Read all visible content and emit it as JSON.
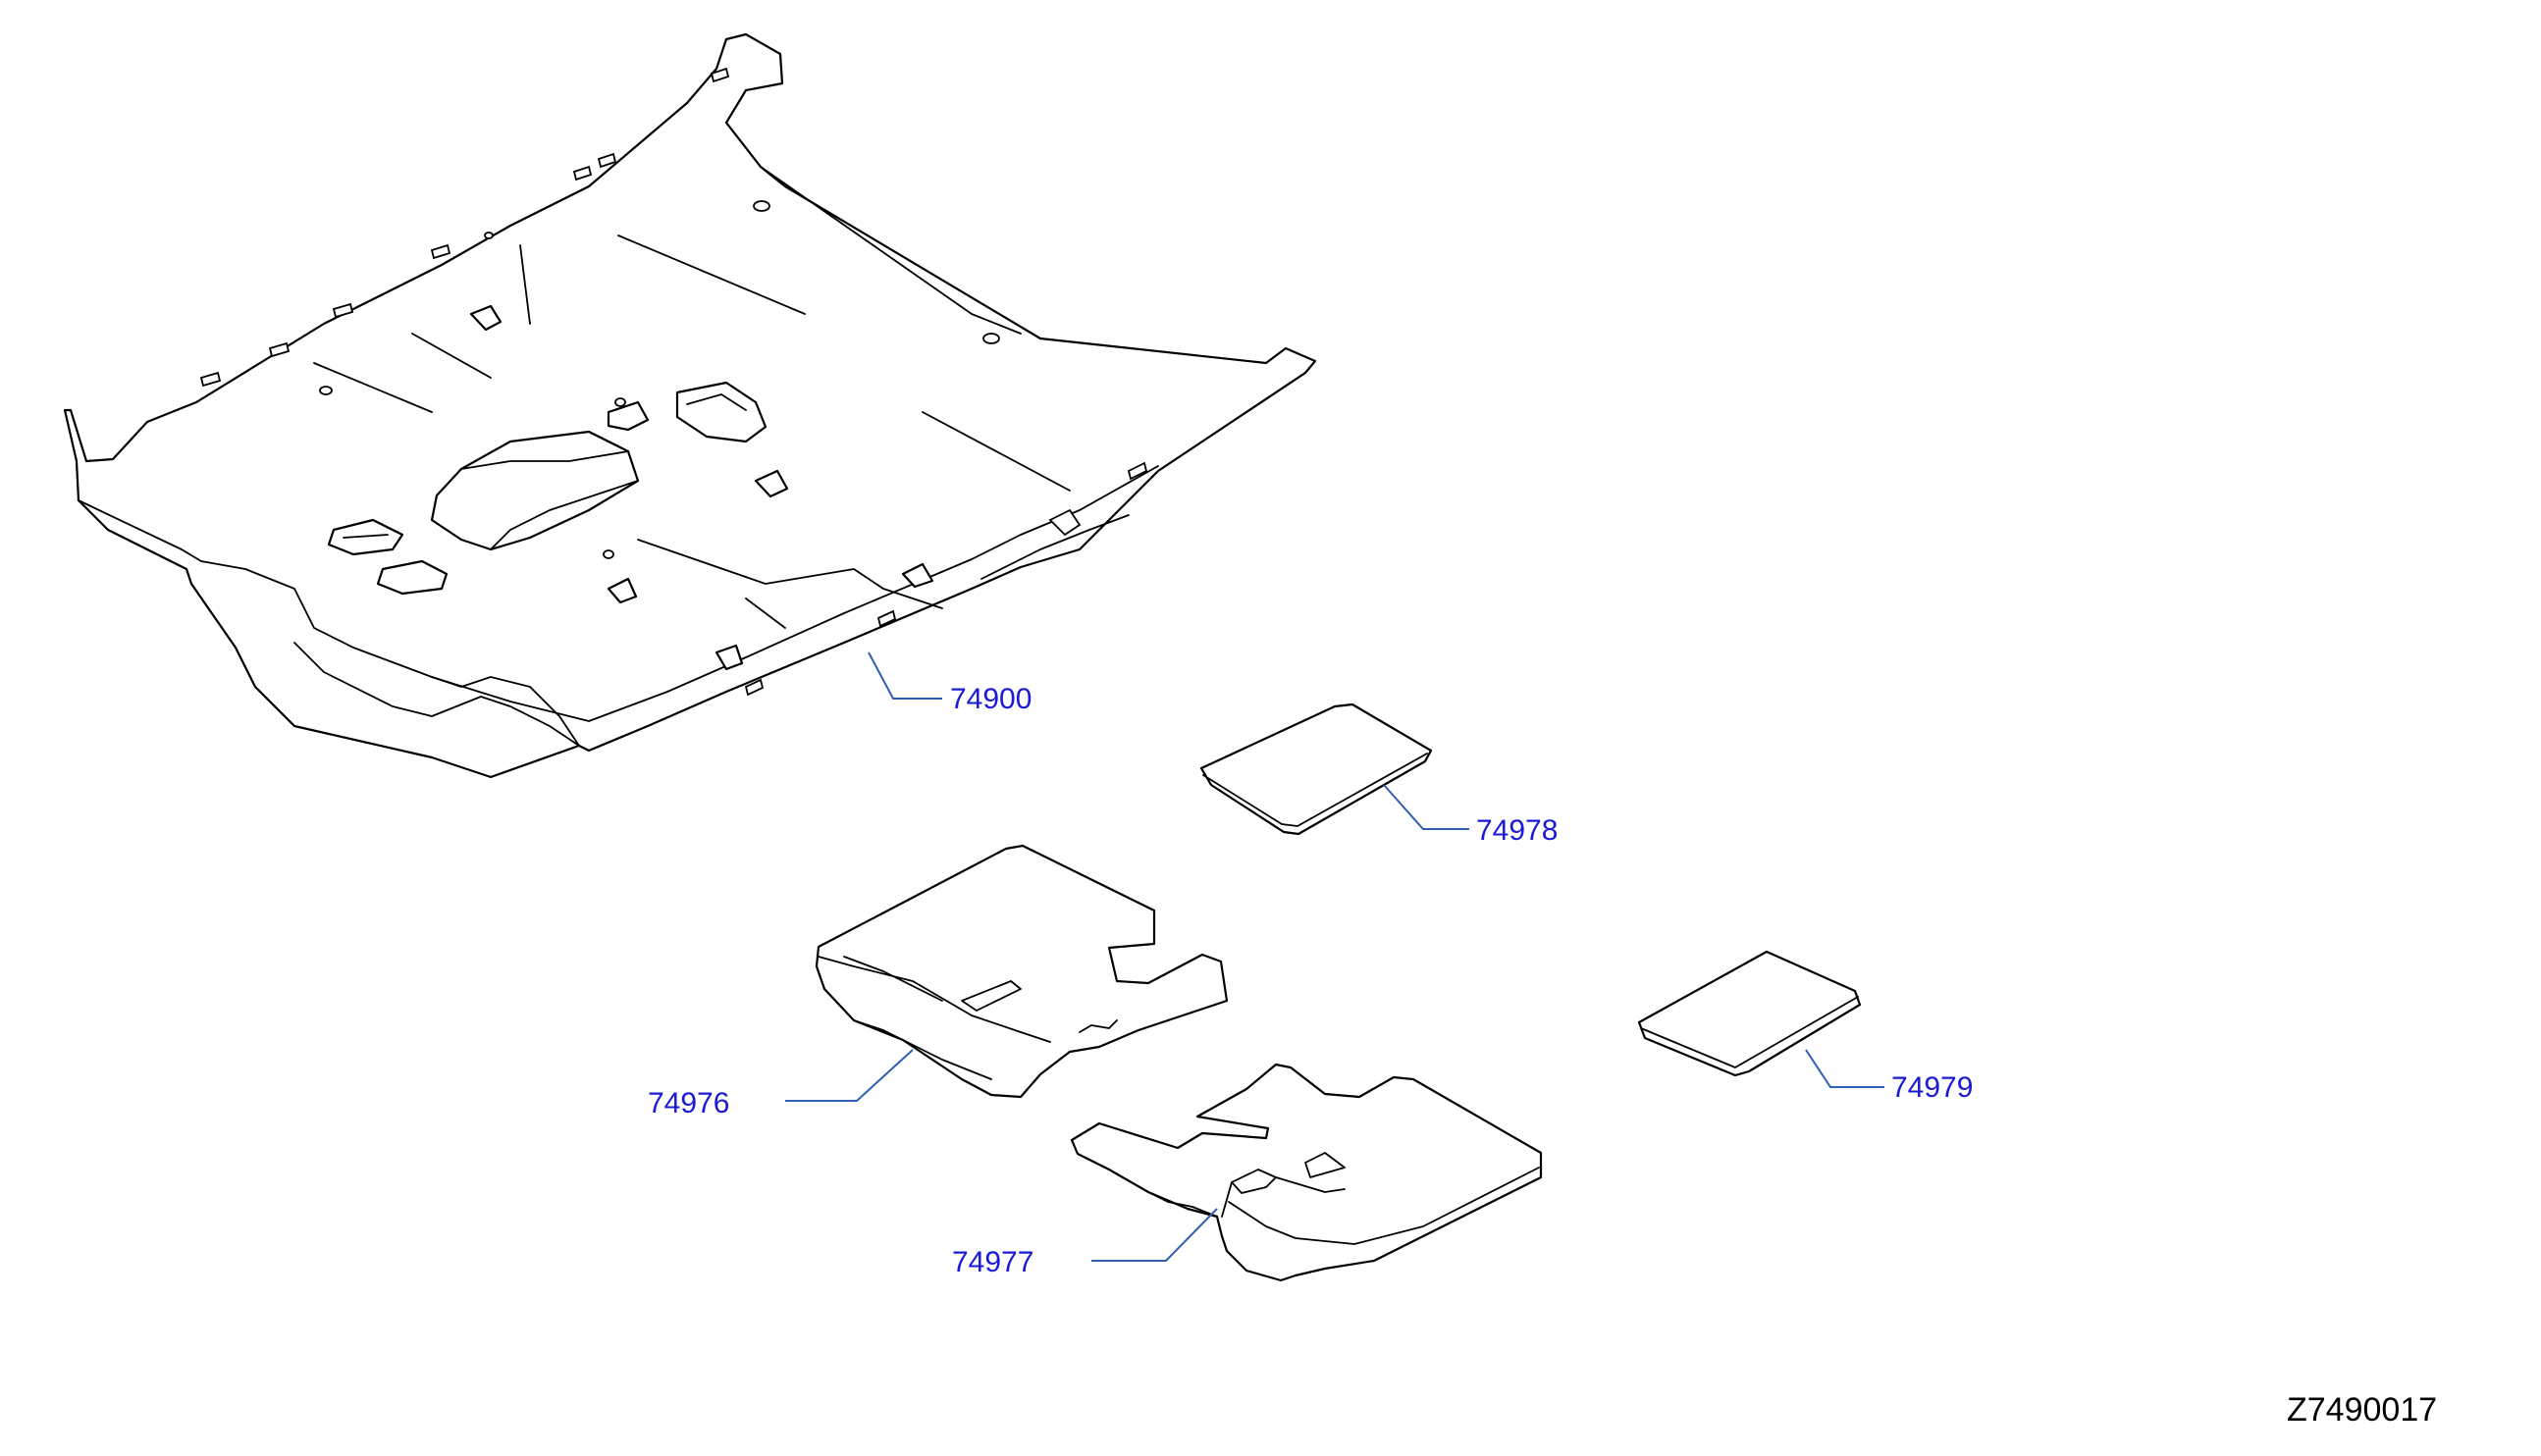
{
  "callouts": {
    "carpet": "74900",
    "mat_rear_left": "74978",
    "mat_front_left": "74976",
    "mat_front_right": "74977",
    "mat_rear_right": "74979"
  },
  "diagram_code": "Z7490017",
  "colors": {
    "callout_text": "#1a1ad6",
    "leader_line": "#2f5fb3",
    "outline": "#000000"
  }
}
